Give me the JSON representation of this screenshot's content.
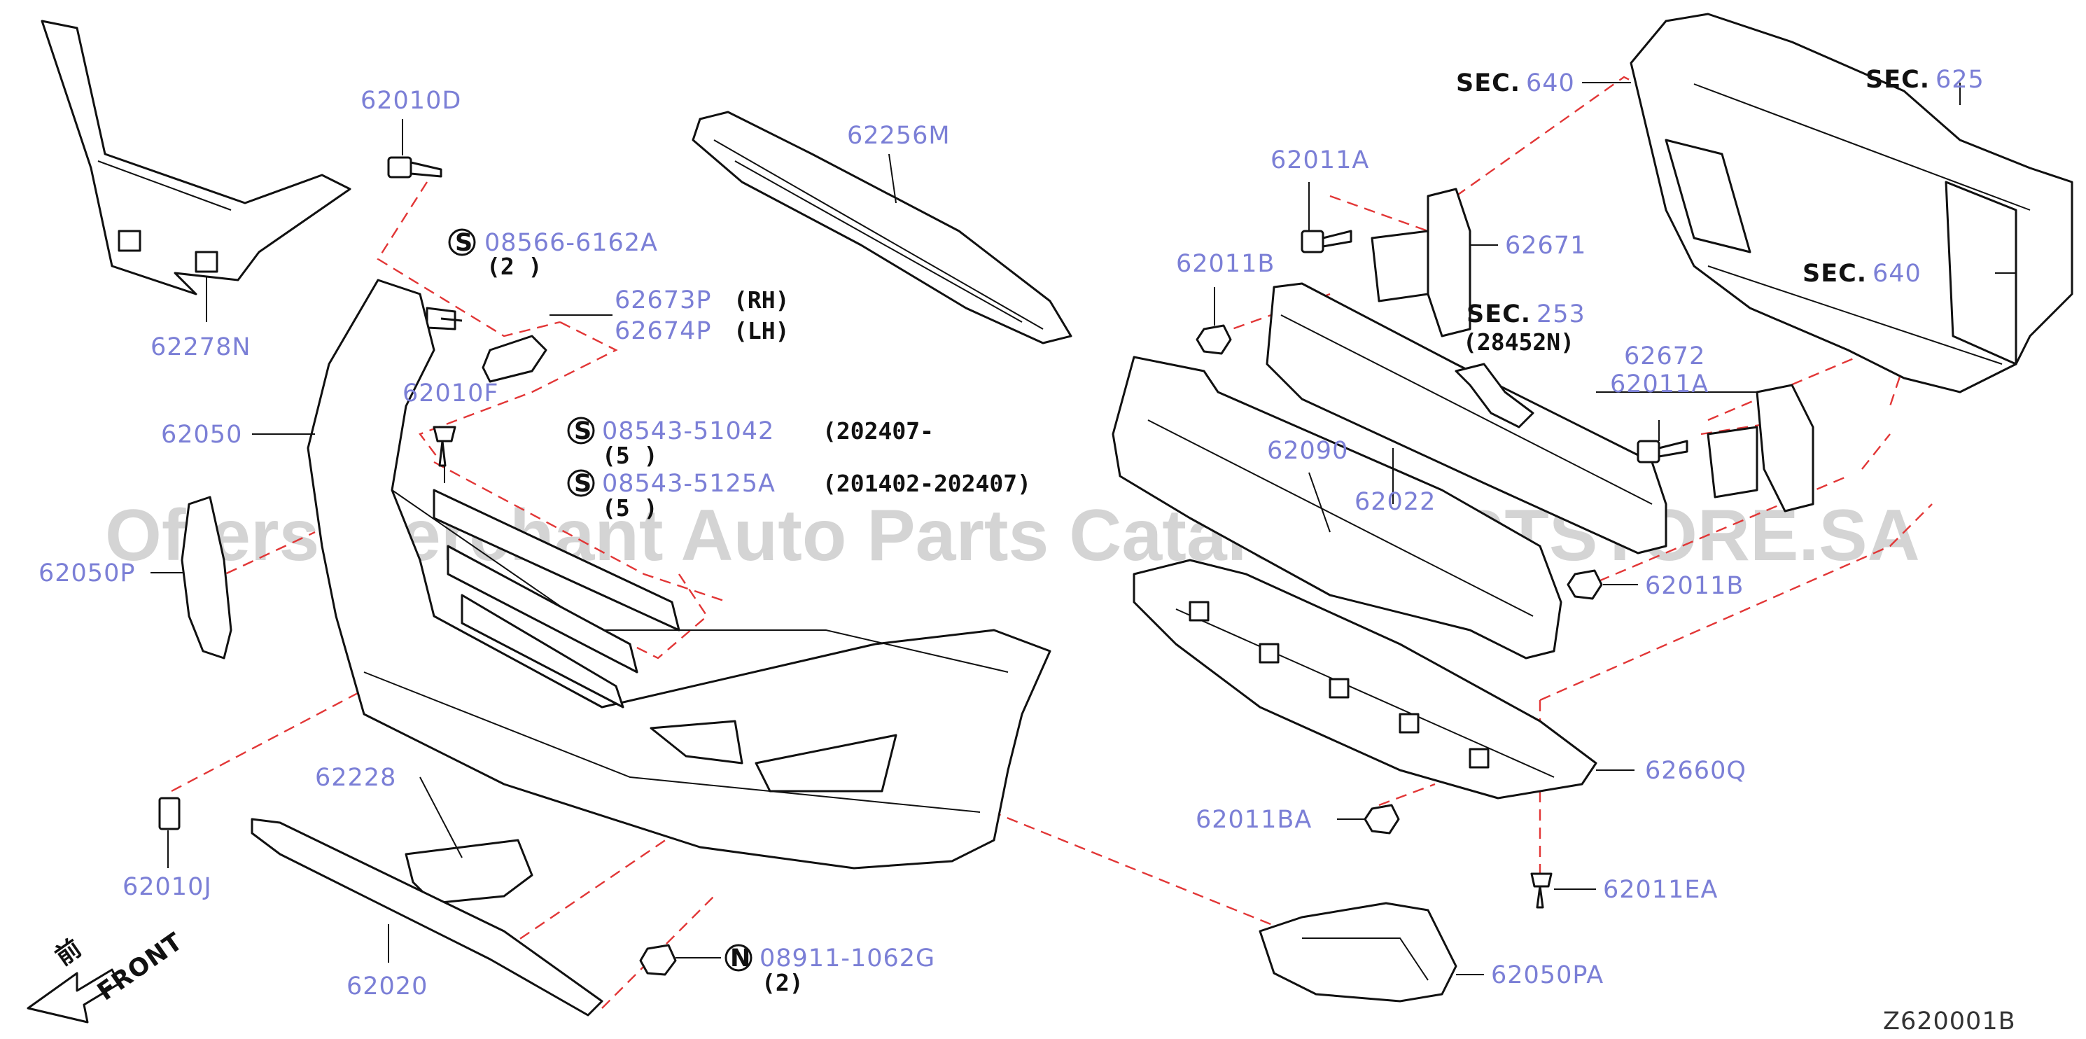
{
  "watermark": "Offers Merchant Auto Parts Catalog PARTSTORE.SA",
  "diagram_code": "Z620001B",
  "front_label": {
    "kanji": "前",
    "word": "FRONT"
  },
  "section_refs": {
    "sec640_top": {
      "prefix": "SEC.",
      "num": "640"
    },
    "sec625": {
      "prefix": "SEC.",
      "num": "625"
    },
    "sec640_right": {
      "prefix": "SEC.",
      "num": "640"
    },
    "sec253": {
      "prefix": "SEC.",
      "num": "253",
      "sub": "(28452N)"
    }
  },
  "parts": {
    "p62010D": "62010D",
    "p62278N": "62278N",
    "p08566": "08566-6162A",
    "p08566_qty": "(2 )",
    "p62673P": "62673P",
    "p62673P_side": "(RH)",
    "p62674P": "62674P",
    "p62674P_side": "(LH)",
    "p62010F": "62010F",
    "p62050": "62050",
    "p08543a": "08543-51042",
    "p08543a_date": "(202407-",
    "p08543a_qty": "(5 )",
    "p08543b": "08543-5125A",
    "p08543b_date": "(201402-202407)",
    "p08543b_qty": "(5 )",
    "p62256M": "62256M",
    "p62050P": "62050P",
    "p62010J": "62010J",
    "p62228": "62228",
    "p62020": "62020",
    "p08911": "08911-1062G",
    "p08911_qty": "(2)",
    "p62011A_top": "62011A",
    "p62671": "62671",
    "p62011B_top": "62011B",
    "p62090": "62090",
    "p62022": "62022",
    "p62672": "62672",
    "p62011A_right": "62011A",
    "p62011B_right": "62011B",
    "p62660Q": "62660Q",
    "p62011BA": "62011BA",
    "p62011EA": "62011EA",
    "p62050PA": "62050PA"
  },
  "symbols": {
    "s": "S",
    "n": "N"
  },
  "colors": {
    "label": "#7b7fd6",
    "leader_dash": "#e23636",
    "ink": "#111111"
  }
}
